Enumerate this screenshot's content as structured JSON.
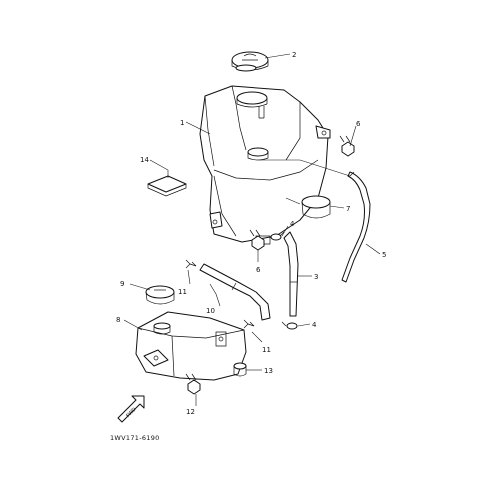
{
  "callouts": [
    "1",
    "2",
    "3",
    "4",
    "4",
    "5",
    "6",
    "6",
    "7",
    "8",
    "9",
    "10",
    "11",
    "11",
    "12",
    "13",
    "14"
  ],
  "drawing_code": "1WV171-6190",
  "fwd_label": "FWD"
}
